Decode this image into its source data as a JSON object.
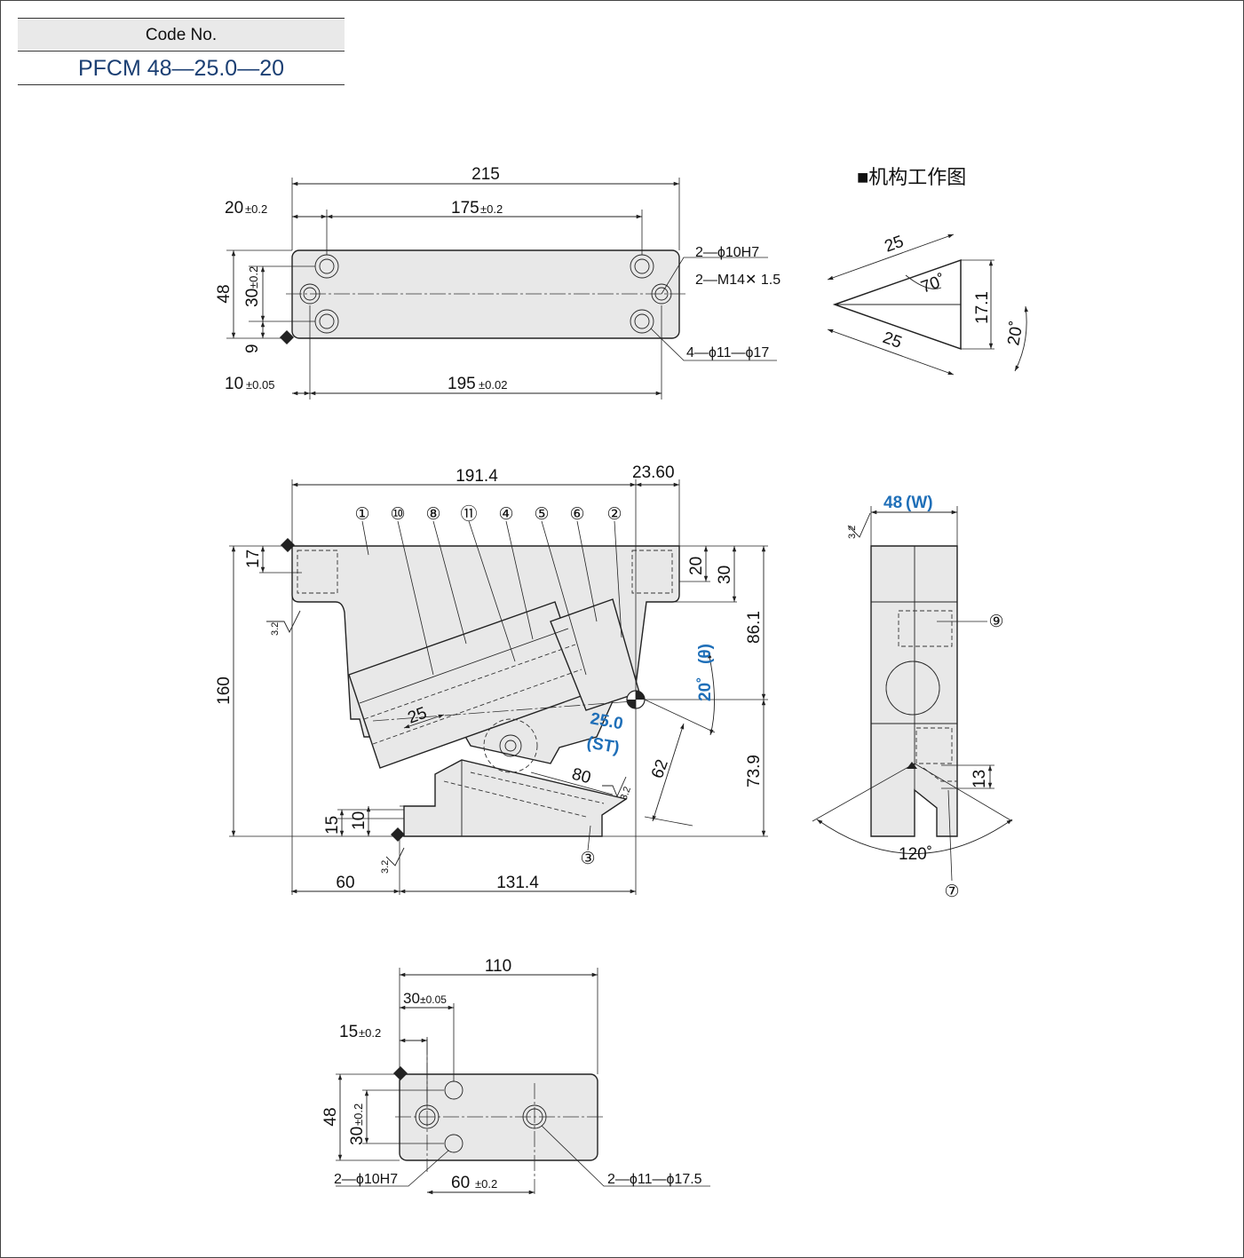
{
  "code_box": {
    "header": "Code No.",
    "value": "PFCM 48—25.0—20"
  },
  "mechanism": {
    "title": "■机构工作图",
    "top_side": "25",
    "bottom_side": "25",
    "angle": "70˚",
    "height": "17.1",
    "opening": "20˚"
  },
  "top_view": {
    "overall_length": "215",
    "edge_offset": "20",
    "edge_offset_tol": "±0.2",
    "hole_pitch": "175",
    "hole_pitch_tol": "±0.2",
    "width": "48",
    "row_pitch": "30",
    "row_pitch_tol": "±0.2",
    "row_offset": "9",
    "left_offset": "10",
    "left_offset_tol": "±0.05",
    "pin_pitch": "195",
    "pin_pitch_tol": "±0.02",
    "callout_pin": "2—ϕ10H7",
    "callout_thread": "2—M14✕ 1.5",
    "callout_counterbore": "4—ϕ11—ϕ17"
  },
  "front_view": {
    "length_top": "191.4",
    "length_overhang": "23.60",
    "height": "160",
    "flange": "17",
    "right_20": "20",
    "right_30": "30",
    "upper_height": "86.1",
    "lower_height": "73.9",
    "dim_25": "25",
    "stroke": "25.0",
    "stroke_label": "(ST)",
    "angle": "20˚",
    "angle_label": "(θ)",
    "dim_62": "62",
    "dim_80": "80",
    "dim_15": "15",
    "dim_10": "10",
    "bottom_left": "60",
    "bottom_right": "131.4",
    "roughness": "3.2",
    "part_numbers": [
      "①",
      "⑩",
      "⑧",
      "⑪",
      "④",
      "⑤",
      "⑥",
      "②",
      "③"
    ]
  },
  "side_view": {
    "width": "48",
    "width_label": "(W)",
    "dim_13": "13",
    "angle": "120˚",
    "part_9": "⑨",
    "part_7": "⑦",
    "roughness": "3.2"
  },
  "bottom_view": {
    "length": "110",
    "hole_offset": "30",
    "hole_offset_tol": "±0.05",
    "pin_offset": "15",
    "pin_offset_tol": "±0.2",
    "width": "48",
    "row_pitch": "30",
    "row_pitch_tol": "±0.2",
    "pin_pitch": "60",
    "pin_pitch_tol": "±0.2",
    "callout_pin": "2—ϕ10H7",
    "callout_counterbore": "2—ϕ11—ϕ17.5"
  }
}
